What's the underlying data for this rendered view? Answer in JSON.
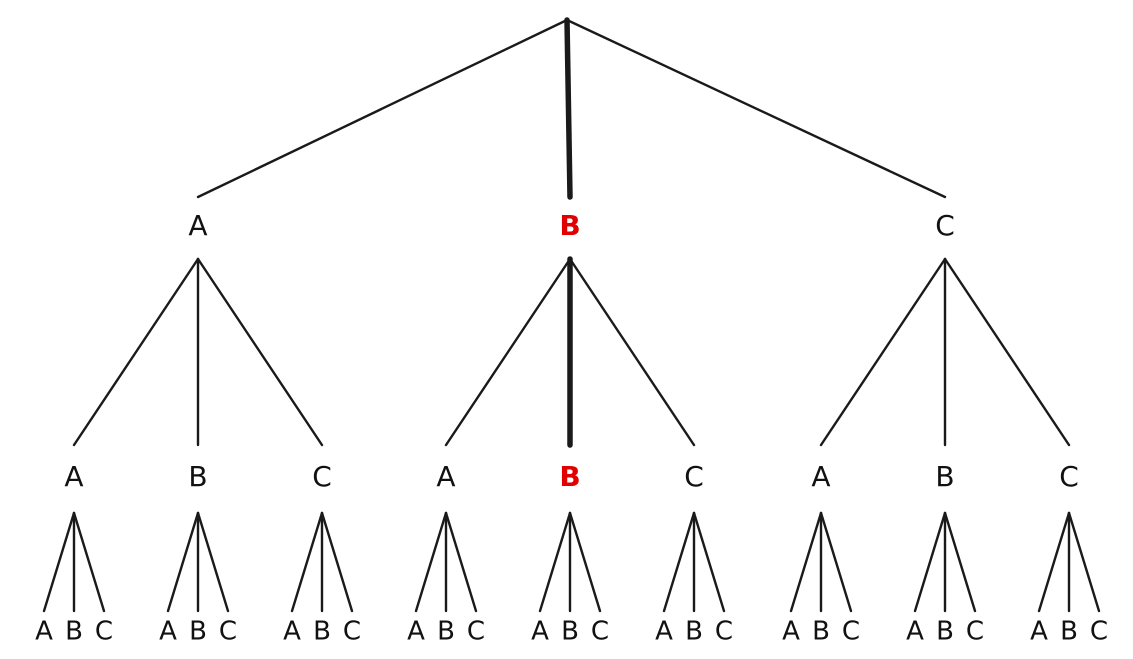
{
  "colors": {
    "edge": "#1a1a1a",
    "label": "#111111",
    "highlight": "#e00000",
    "background": "#ffffff"
  },
  "tree": {
    "label": "",
    "children": [
      {
        "label": "A",
        "children": [
          {
            "label": "A",
            "children": [
              {
                "label": "A"
              },
              {
                "label": "B"
              },
              {
                "label": "C"
              }
            ]
          },
          {
            "label": "B",
            "children": [
              {
                "label": "A"
              },
              {
                "label": "B"
              },
              {
                "label": "C"
              }
            ]
          },
          {
            "label": "C",
            "children": [
              {
                "label": "A"
              },
              {
                "label": "B"
              },
              {
                "label": "C"
              }
            ]
          }
        ]
      },
      {
        "label": "B",
        "highlighted": true,
        "children": [
          {
            "label": "A",
            "children": [
              {
                "label": "A"
              },
              {
                "label": "B"
              },
              {
                "label": "C"
              }
            ]
          },
          {
            "label": "B",
            "highlighted": true,
            "children": [
              {
                "label": "A"
              },
              {
                "label": "B"
              },
              {
                "label": "C"
              }
            ]
          },
          {
            "label": "C",
            "children": [
              {
                "label": "A"
              },
              {
                "label": "B"
              },
              {
                "label": "C"
              }
            ]
          }
        ]
      },
      {
        "label": "C",
        "children": [
          {
            "label": "A",
            "children": [
              {
                "label": "A"
              },
              {
                "label": "B"
              },
              {
                "label": "C"
              }
            ]
          },
          {
            "label": "B",
            "children": [
              {
                "label": "A"
              },
              {
                "label": "B"
              },
              {
                "label": "C"
              }
            ]
          },
          {
            "label": "C",
            "children": [
              {
                "label": "A"
              },
              {
                "label": "B"
              },
              {
                "label": "C"
              }
            ]
          }
        ]
      }
    ]
  }
}
